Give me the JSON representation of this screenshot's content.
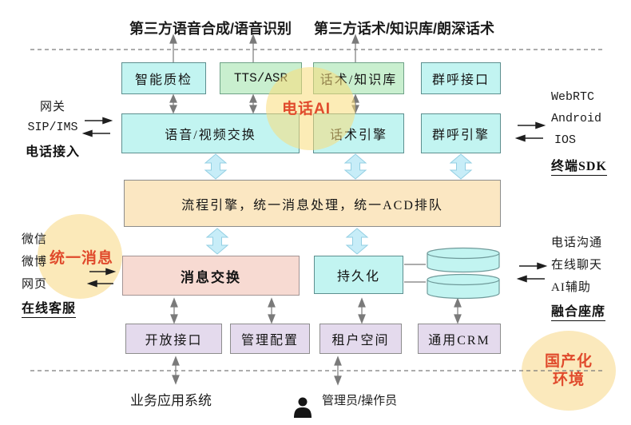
{
  "top_labels": {
    "speech": "第三方语音合成/语音识别",
    "script": "第三方话术/知识库/朗深话术"
  },
  "boxes": {
    "quality_check": "智能质检",
    "tts_asr": "TTS/ASR",
    "script_kb": "话术/知识库",
    "group_call_api": "群呼接口",
    "av_switch": "语音/视频交换",
    "script_engine": "话术引擎",
    "group_call_engine": "群呼引擎",
    "core": "流程引擎，统一消息处理，统一ACD排队",
    "message_exchange": "消息交换",
    "persistence": "持久化",
    "open_api": "开放接口",
    "admin_config": "管理配置",
    "tenant_space": "租户空间",
    "generic_crm": "通用CRM"
  },
  "side_labels": {
    "phone_access": {
      "l1": "网关",
      "l2": "SIP/IMS",
      "l3": "电话接入"
    },
    "terminal_sdk": {
      "l1": "WebRTC",
      "l2": "Android",
      "l3": "IOS",
      "l4": "终端SDK"
    },
    "online_service": {
      "l1": "微信",
      "l2": "微博",
      "l3": "网页",
      "l4": "在线客服"
    },
    "fusion_agent": {
      "l1": "电话沟通",
      "l2": "在线聊天",
      "l3": "AI辅助",
      "l4": "融合座席"
    }
  },
  "highlights": {
    "phone_ai": "电话AI",
    "unified_message": "统一消息",
    "localization_l1": "国产化",
    "localization_l2": "环境"
  },
  "bottom_labels": {
    "business_system": "业务应用系统",
    "admin_operator": "管理员/操作员"
  },
  "colors": {
    "cyan_box": "#c2f4f1",
    "green_box": "#c9efcf",
    "orange_box": "#fbe7c2",
    "pink_box": "#f7dad2",
    "purple_box": "#e4daed",
    "halo_yellow": "#fbe9b9",
    "accent_red": "#e04a2c",
    "fat_arrow": "#c7edf8"
  }
}
